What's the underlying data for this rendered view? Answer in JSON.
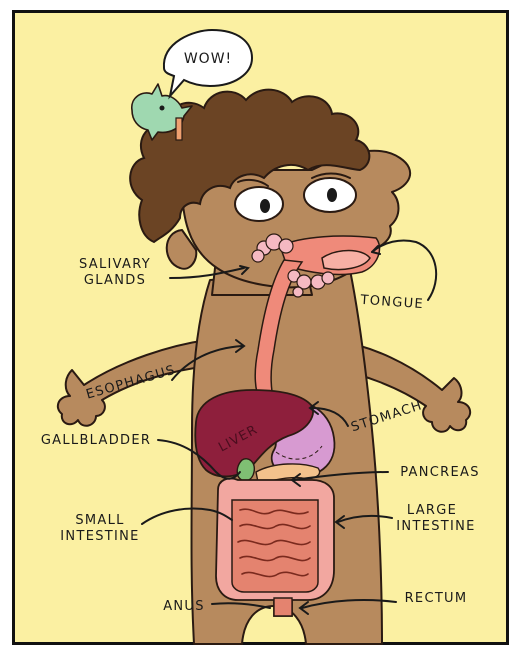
{
  "speech_bubble": {
    "text": "WOW!"
  },
  "organ_on_figure": {
    "text": "LIVER"
  },
  "labels": [
    {
      "key": "salivary",
      "lines": [
        "SALIVARY",
        "GLANDS"
      ]
    },
    {
      "key": "tongue",
      "lines": [
        "TONGUE"
      ]
    },
    {
      "key": "esophagus",
      "lines": [
        "ESOPHAGUS"
      ]
    },
    {
      "key": "stomach",
      "lines": [
        "STOMACH"
      ]
    },
    {
      "key": "gallbladder",
      "lines": [
        "GALLBLADDER"
      ]
    },
    {
      "key": "pancreas",
      "lines": [
        "PANCREAS"
      ]
    },
    {
      "key": "small-intestine",
      "lines": [
        "SMALL",
        "INTESTINE"
      ]
    },
    {
      "key": "large-intestine",
      "lines": [
        "LARGE",
        "INTESTINE"
      ]
    },
    {
      "key": "anus",
      "lines": [
        "ANUS"
      ]
    },
    {
      "key": "rectum",
      "lines": [
        "RECTUM"
      ]
    }
  ],
  "colors": {
    "background": "#fbf0a2",
    "border": "#111111",
    "skin": "#b78a5e",
    "hair": "#6b4424",
    "liver": "#8e1f3c",
    "stomach": "#d79ad1",
    "esophagus": "#ef8a7a",
    "intestine": "#f2a7a0",
    "salivary": "#f5b9c2",
    "creature": "#9fd8b0"
  }
}
